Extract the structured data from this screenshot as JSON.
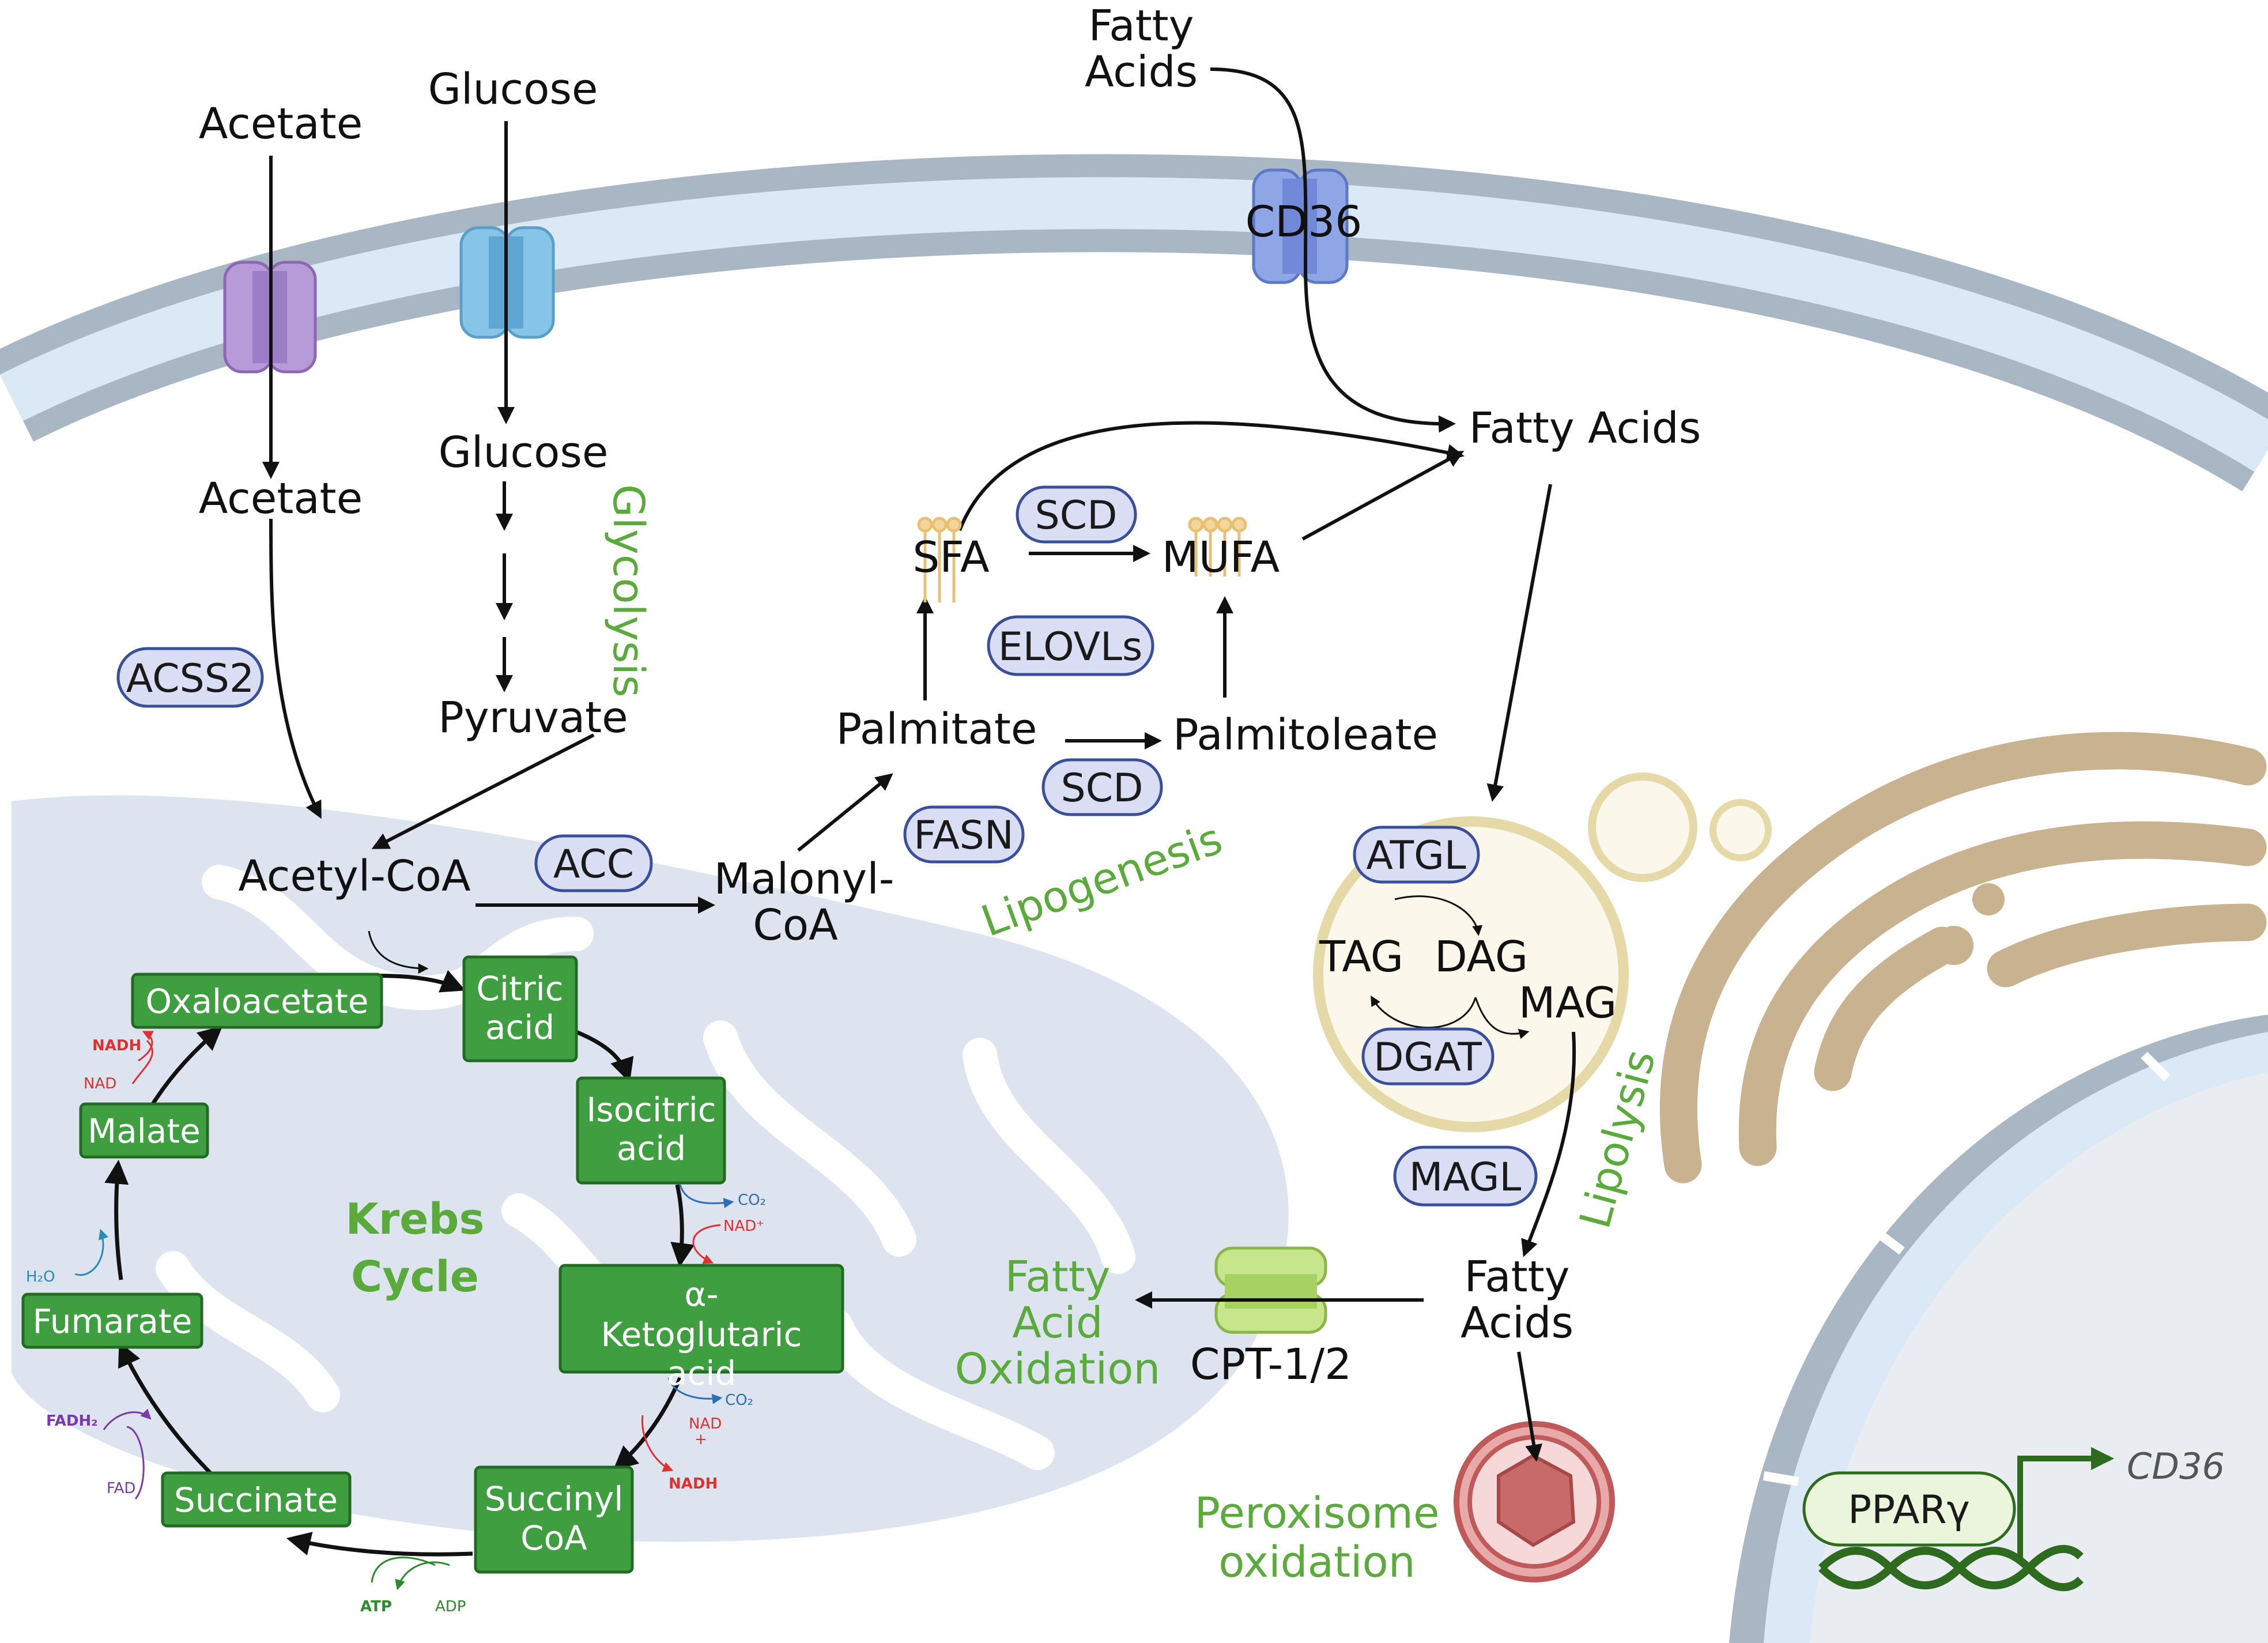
{
  "colors": {
    "membrane_outer": "#a9b7c4",
    "membrane_inner": "#dbe9f6",
    "mito_fill": "#dde3ef",
    "mito_cristae": "#ffffff",
    "enzyme_fill": "#d9def4",
    "enzyme_stroke": "#3a4f9a",
    "krebs_box": "#3f9e3f",
    "krebs_box_stroke": "#236b23",
    "green_text": "#5aaa3c",
    "golgi": "#c9b28f",
    "lipid_droplet_fill": "#fbf7ea",
    "lipid_droplet_stroke": "#e6d9a8",
    "nucleus_fill": "#e9edf2",
    "transporter_purple": "#b79ad8",
    "transporter_blue": "#86c4e8",
    "transporter_cd36": "#8fa6e6",
    "transporter_cpt": "#c7e58a",
    "peroxisome": "#c05a5a",
    "co2": "#2c6fb8",
    "nadh": "#e03030",
    "fadh2": "#7a3aa8",
    "atp": "#2d8a2d",
    "water": "#2a8ab8",
    "dna": "#2f6b1f"
  },
  "icons": {
    "acetate_transporter": "membrane-channel-icon",
    "glucose_transporter": "membrane-channel-icon",
    "cd36_transporter": "membrane-channel-icon",
    "cpt_transporter": "membrane-channel-icon",
    "peroxisome": "organelle-icon",
    "dna": "dna-helix-icon",
    "lipid_droplet": "lipid-droplet-icon",
    "golgi": "golgi-apparatus-icon",
    "mitochondrion": "mitochondrion-icon",
    "nucleus": "nucleus-icon",
    "fatty_acid": "lipid-molecule-icon"
  },
  "metabolites": {
    "acetate_out": "Acetate",
    "glucose_out": "Glucose",
    "fatty_acids_out_1": "Fatty",
    "fatty_acids_out_2": "Acids",
    "acetate_in": "Acetate",
    "glucose_in": "Glucose",
    "pyruvate": "Pyruvate",
    "acetyl_coa": "Acetyl-CoA",
    "malonyl_coa_1": "Malonyl-",
    "malonyl_coa_2": "CoA",
    "palmitate": "Palmitate",
    "palmitoleate": "Palmitoleate",
    "sfa": "SFA",
    "mufa": "MUFA",
    "fatty_acids_cyto": "Fatty Acids",
    "tag": "TAG",
    "dag": "DAG",
    "mag": "MAG",
    "fatty_acids_low_1": "Fatty",
    "fatty_acids_low_2": "Acids",
    "cd36_label": "CD36",
    "cpt_label": "CPT-1/2"
  },
  "enzymes": {
    "acss2": "ACSS2",
    "acc": "ACC",
    "fasn": "FASN",
    "scd_top": "SCD",
    "elovls": "ELOVLs",
    "scd_bottom": "SCD",
    "atgl": "ATGL",
    "dgat": "DGAT",
    "magl": "MAGL",
    "ppar": "PPARγ"
  },
  "processes": {
    "glycolysis": "Glycolysis",
    "lipogenesis": "Lipogenesis",
    "lipolysis": "Lipolysis",
    "krebs_1": "Krebs",
    "krebs_2": "Cycle",
    "fao_1": "Fatty",
    "fao_2": "Acid",
    "fao_3": "Oxidation",
    "perox_1": "Peroxisome",
    "perox_2": "oxidation",
    "cd36_gene": "CD36"
  },
  "krebs": {
    "citric_1": "Citric",
    "citric_2": "acid",
    "isocitric_1": "Isocitric",
    "isocitric_2": "acid",
    "akg_1": "α-",
    "akg_2": "Ketoglutaric",
    "akg_3": "acid",
    "succinyl_1": "Succinyl",
    "succinyl_2": "CoA",
    "succinate": "Succinate",
    "fumarate": "Fumarate",
    "malate": "Malate",
    "oxaloacetate": "Oxaloacetate"
  },
  "cofactors": {
    "co2_a": "CO₂",
    "nad_plus": "NAD⁺",
    "co2_b": "CO₂",
    "nad_b": "NAD",
    "nad_b_plus": "+",
    "nadh_b": "NADH",
    "atp": "ATP",
    "adp": "ADP",
    "fad": "FAD",
    "fadh2": "FADH₂",
    "h2o": "H₂O",
    "nad_top": "NAD",
    "nadh_top": "NADH"
  }
}
